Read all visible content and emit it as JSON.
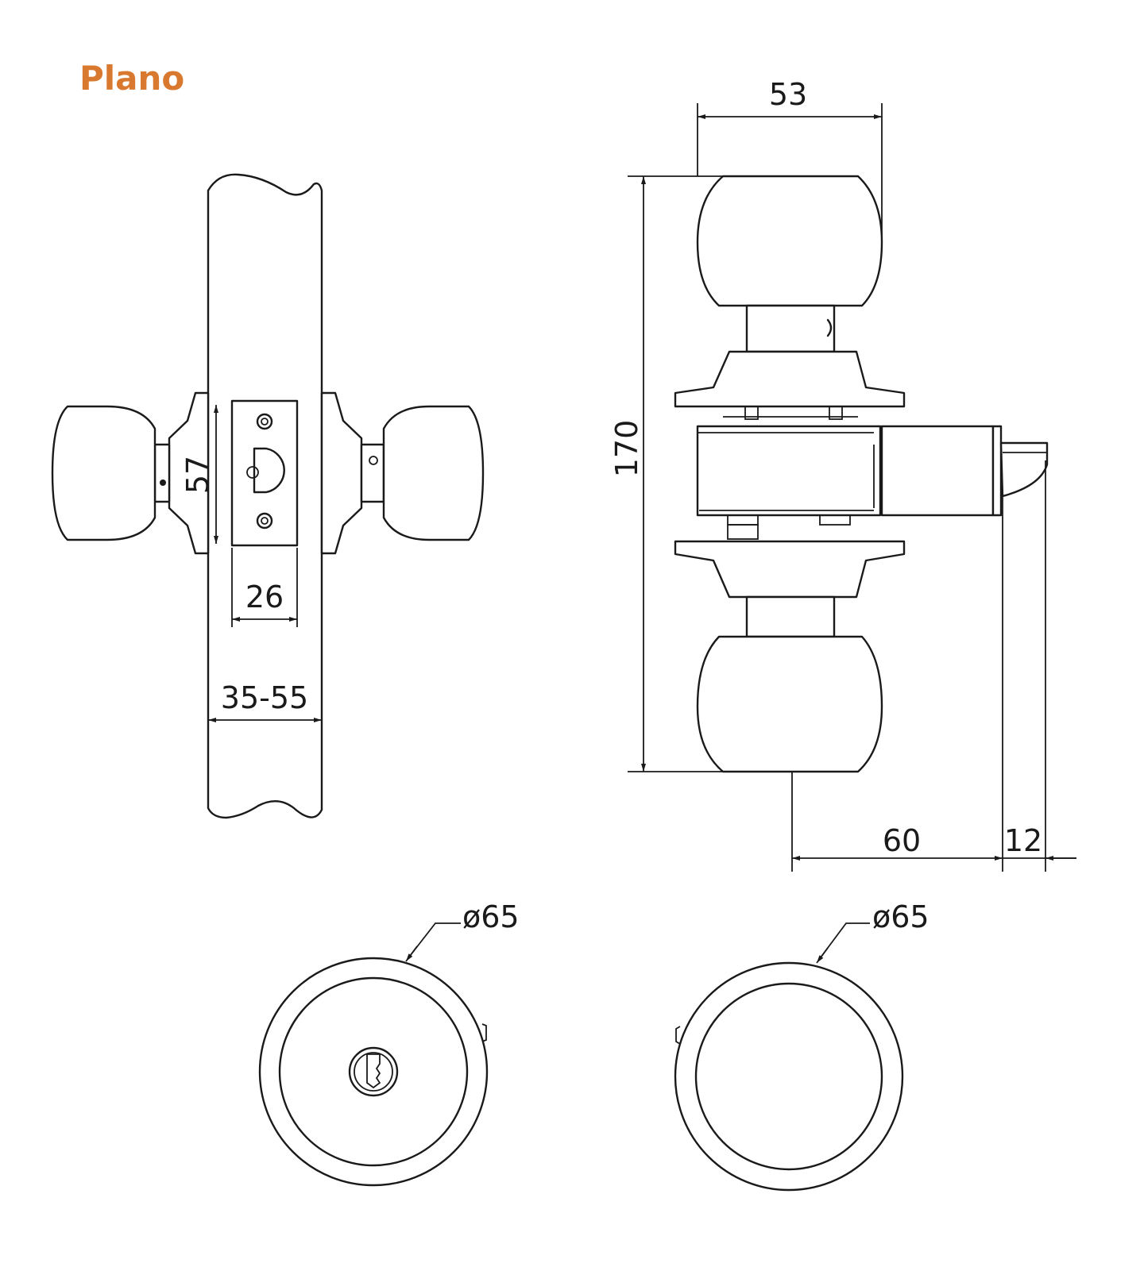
{
  "title": "Plano",
  "colors": {
    "title": "#d9782f",
    "line": "#1a1a1a",
    "background": "#ffffff"
  },
  "dimensions": {
    "backset_height": "57",
    "latch_width": "26",
    "door_thickness": "35-55",
    "knob_diameter": "53",
    "overall_height": "170",
    "backset": "60",
    "latch_projection": "12",
    "rose_diameter_left": "ø65",
    "rose_diameter_right": "ø65"
  }
}
